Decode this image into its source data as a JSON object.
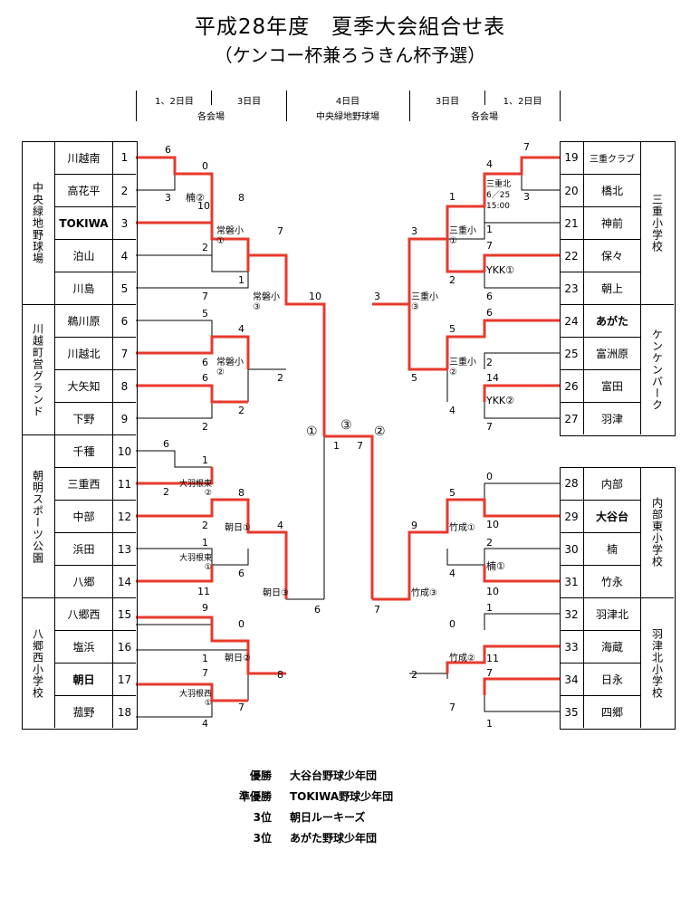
{
  "title": "平成28年度　夏季大会組合せ表",
  "subtitle": "（ケンコー杯兼ろうきん杯予選）",
  "header": {
    "left": {
      "d12": "1、2日目",
      "d3": "3日目",
      "venue": "各会場"
    },
    "center": {
      "d4": "4日目",
      "venue": "中央緑地野球場"
    },
    "right": {
      "d3": "3日目",
      "d12": "1、2日目",
      "venue": "各会場"
    }
  },
  "left_teams": [
    {
      "no": "1",
      "name": "川越南",
      "bold": false
    },
    {
      "no": "2",
      "name": "高花平",
      "bold": false
    },
    {
      "no": "3",
      "name": "TOKIWA",
      "bold": true
    },
    {
      "no": "4",
      "name": "泊山",
      "bold": false
    },
    {
      "no": "5",
      "name": "川島",
      "bold": false
    },
    {
      "no": "6",
      "name": "鵜川原",
      "bold": false
    },
    {
      "no": "7",
      "name": "川越北",
      "bold": false
    },
    {
      "no": "8",
      "name": "大矢知",
      "bold": false
    },
    {
      "no": "9",
      "name": "下野",
      "bold": false
    },
    {
      "no": "10",
      "name": "千種",
      "bold": false
    },
    {
      "no": "11",
      "name": "三重西",
      "bold": false
    },
    {
      "no": "12",
      "name": "中部",
      "bold": false
    },
    {
      "no": "13",
      "name": "浜田",
      "bold": false
    },
    {
      "no": "14",
      "name": "八郷",
      "bold": false
    },
    {
      "no": "15",
      "name": "八郷西",
      "bold": false
    },
    {
      "no": "16",
      "name": "塩浜",
      "bold": false
    },
    {
      "no": "17",
      "name": "朝日",
      "bold": true
    },
    {
      "no": "18",
      "name": "菰野",
      "bold": false
    }
  ],
  "right_teams": [
    {
      "no": "19",
      "name": "三重クラブ",
      "bold": false
    },
    {
      "no": "20",
      "name": "橋北",
      "bold": false
    },
    {
      "no": "21",
      "name": "神前",
      "bold": false
    },
    {
      "no": "22",
      "name": "保々",
      "bold": false
    },
    {
      "no": "23",
      "name": "朝上",
      "bold": false
    },
    {
      "no": "24",
      "name": "あがた",
      "bold": true
    },
    {
      "no": "25",
      "name": "富洲原",
      "bold": false
    },
    {
      "no": "26",
      "name": "富田",
      "bold": false
    },
    {
      "no": "27",
      "name": "羽津",
      "bold": false
    },
    {
      "no": "28",
      "name": "内部",
      "bold": false
    },
    {
      "no": "29",
      "name": "大谷台",
      "bold": true
    },
    {
      "no": "30",
      "name": "楠",
      "bold": false
    },
    {
      "no": "31",
      "name": "竹永",
      "bold": false
    },
    {
      "no": "32",
      "name": "羽津北",
      "bold": false
    },
    {
      "no": "33",
      "name": "海蔵",
      "bold": false
    },
    {
      "no": "34",
      "name": "日永",
      "bold": false
    },
    {
      "no": "35",
      "name": "四郷",
      "bold": false
    }
  ],
  "left_venues": [
    "中央緑地野球場",
    "川越町営グランド",
    "朝明スポーツ公園",
    "八郷西小学校"
  ],
  "right_venues": [
    "三重小学校",
    "ケンケンパーク",
    "内部東小学校",
    "羽津北小学校"
  ],
  "results": [
    {
      "rank": "優勝",
      "team": "大谷台野球少年団"
    },
    {
      "rank": "準優勝",
      "team": "TOKIWA野球少年団"
    },
    {
      "rank": "3位",
      "team": "朝日ルーキーズ"
    },
    {
      "rank": "3位",
      "team": "あがた野球少年団"
    }
  ],
  "labels": {
    "l_s1": "6",
    "l_s2": "3",
    "l_s3": "0",
    "l_s4": "10",
    "l_g1": "楠②",
    "l_s5": "2",
    "l_s6": "7",
    "l_s7": "8",
    "l_s8": "1",
    "l_g2": "常磐小①",
    "l_s9": "7",
    "l_s10": "2",
    "l_g3": "常磐小③",
    "l_s11": "10",
    "l_s12": "5",
    "l_s13": "6",
    "l_s14": "4",
    "l_s15": "6",
    "l_s16": "2",
    "l_s17": "2",
    "l_g4": "常磐小②",
    "l_s18": "6",
    "l_s19": "2",
    "l_s20": "1",
    "l_s21": "2",
    "l_g5": "大羽根東②",
    "l_s22": "1",
    "l_s23": "11",
    "l_s24": "6",
    "l_g6": "大羽根東①",
    "l_s25": "8",
    "l_g7": "朝日①",
    "l_s26": "4",
    "l_s27": "9",
    "l_s28": "1",
    "l_s29": "0",
    "l_s30": "7",
    "l_s31": "4",
    "l_g8": "大羽根西①",
    "l_s32": "7",
    "l_g9": "朝日②",
    "l_s33": "8",
    "l_g10": "朝日③",
    "l_s34": "6",
    "c_m1": "①",
    "c_m2": "③",
    "c_m3": "②",
    "c_s1": "1",
    "c_s2": "7",
    "r_s1": "7",
    "r_s2": "4",
    "r_s3": "3",
    "r_g1": "三重北",
    "r_date": "6／25",
    "r_time": "15:00",
    "r_s4": "1",
    "r_s5": "1",
    "r_g2": "三重小①",
    "r_s6": "7",
    "r_s7": "2",
    "r_g3": "YKK①",
    "r_s8": "6",
    "r_s9": "3",
    "r_g4": "三重小③",
    "r_s10": "3",
    "r_s11": "6",
    "r_s12": "5",
    "r_s13": "2",
    "r_s14": "5",
    "r_g5": "三重小②",
    "r_s15": "14",
    "r_s16": "4",
    "r_g6": "YKK②",
    "r_s17": "7",
    "r_s18": "0",
    "r_s19": "5",
    "r_s20": "10",
    "r_s21": "2",
    "r_g7": "竹成①",
    "r_s22": "4",
    "r_g8": "楠①",
    "r_s23": "10",
    "r_s24": "9",
    "r_g9": "竹成③",
    "r_s25": "7",
    "r_s26": "1",
    "r_s27": "0",
    "r_s28": "11",
    "r_g10": "竹成②",
    "r_s29": "7",
    "r_s30": "7",
    "r_s31": "1",
    "r_s32": "2"
  }
}
